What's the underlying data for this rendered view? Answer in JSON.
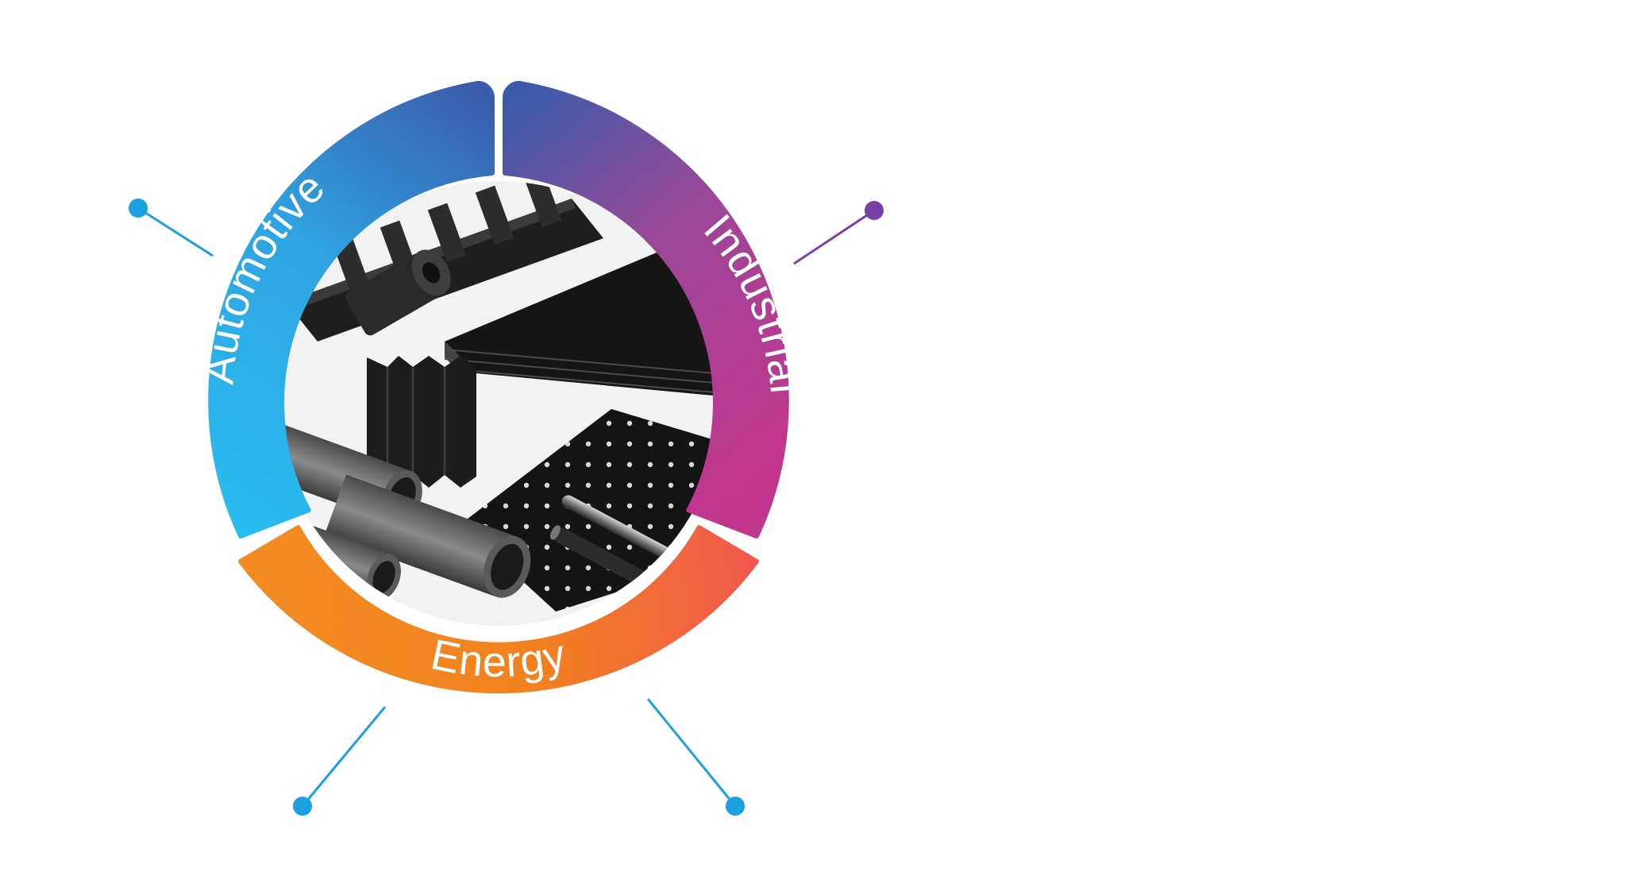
{
  "segments": [
    {
      "key": "automotive",
      "label": "Automotive",
      "color_start": "#29BDEF",
      "color_end": "#3A5CAB"
    },
    {
      "key": "industrial",
      "label": "Industrial",
      "color_start": "#3A5CAB",
      "color_end": "#C2358F"
    },
    {
      "key": "energy",
      "label": "Energy",
      "color_start": "#F28C22",
      "color_end": "#F0574F"
    }
  ],
  "connector_colors": {
    "blue": "#1BA1E2",
    "purple": "#7B3FA8"
  },
  "center_image": {
    "icon": "black-plastic-extrusions-photo"
  }
}
